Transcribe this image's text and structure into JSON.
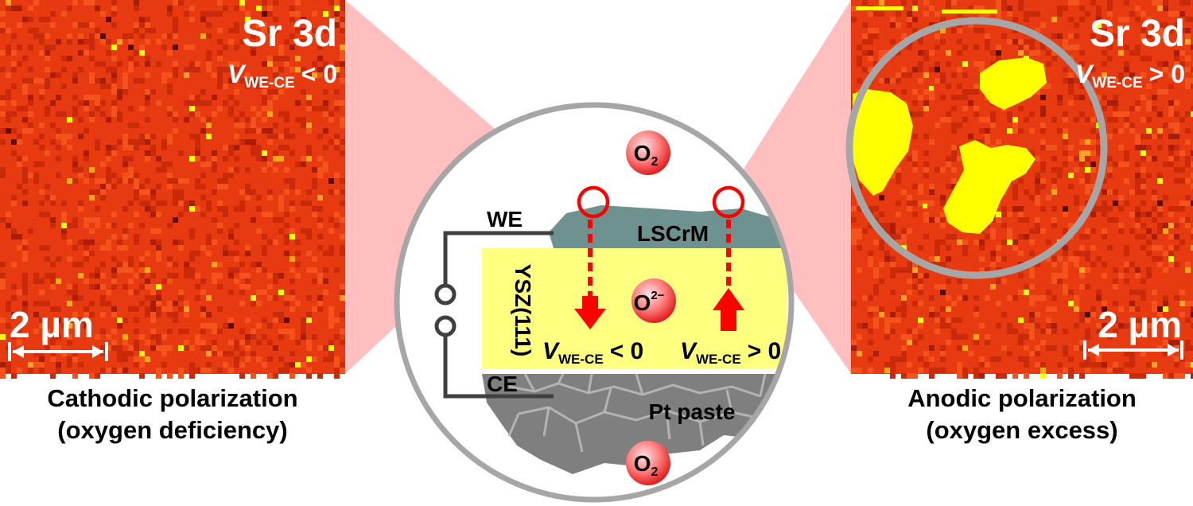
{
  "left_panel": {
    "element": "Sr 3d",
    "bias_symbol": "V",
    "bias_subscript": "WE-CE",
    "bias_relation": "< 0",
    "scale_bar": "2 µm",
    "caption_line1": "Cathodic polarization",
    "caption_line2": "(oxygen deficiency)",
    "colors": {
      "background": "#e83a10",
      "hotspot": "#ffff00"
    }
  },
  "right_panel": {
    "element": "Sr 3d",
    "bias_symbol": "V",
    "bias_subscript": "WE-CE",
    "bias_relation": "> 0",
    "scale_bar": "2 µm",
    "caption_line1": "Anodic polarization",
    "caption_line2": "(oxygen excess)",
    "colors": {
      "background": "#e83a10",
      "hotspot": "#ffff00"
    }
  },
  "schematic": {
    "gas_top": "O",
    "gas_top_sub": "2",
    "gas_bottom": "O",
    "gas_bottom_sub": "2",
    "electrode_top": "LSCrM",
    "electrolyte": "YSZ(111)",
    "ion": "O",
    "ion_charge": "2−",
    "counter_electrode": "Pt paste",
    "we_label": "WE",
    "ce_label": "CE",
    "left_arrow_symbol": "V",
    "left_arrow_sub": "WE-CE",
    "left_arrow_relation": "< 0",
    "right_arrow_symbol": "V",
    "right_arrow_sub": "WE-CE",
    "right_arrow_relation": "> 0",
    "colors": {
      "lscrm": "#6e9290",
      "ysz": "#ffff80",
      "pt": "#7f7f7f",
      "arrow": "#ff0000",
      "zoom_cone": "#ffbfbf"
    }
  }
}
